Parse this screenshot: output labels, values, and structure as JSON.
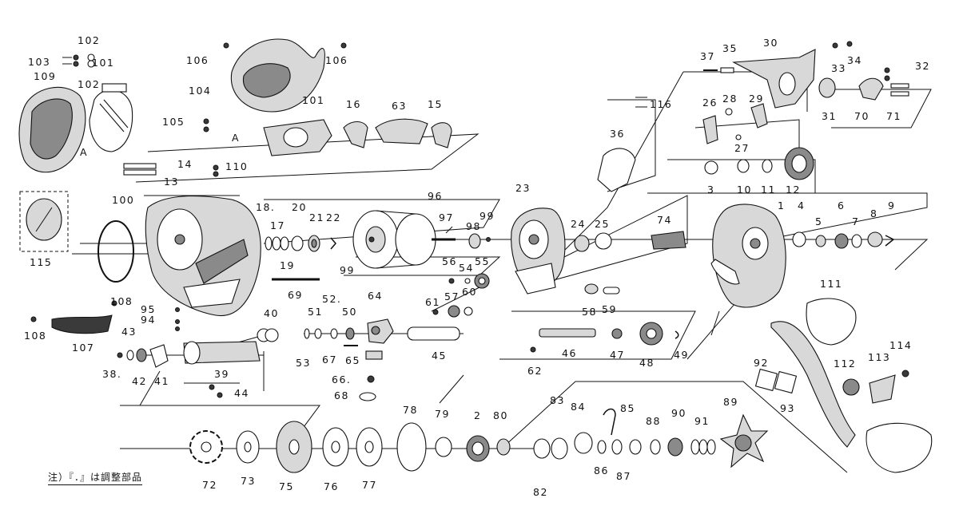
{
  "labels": {
    "p1": "1",
    "p2": "2",
    "p3": "3",
    "p4": "4",
    "p5": "5",
    "p6": "6",
    "p7": "7",
    "p8": "8",
    "p9": "9",
    "p10": "10",
    "p11": "11",
    "p12": "12",
    "p13": "13",
    "p14": "14",
    "p15": "15",
    "p16": "16",
    "p17": "17",
    "p18": "18.",
    "p19": "19",
    "p20": "20",
    "p21": "21",
    "p22": "22",
    "p23": "23",
    "p24": "24",
    "p25": "25",
    "p26": "26",
    "p27": "27",
    "p28": "28",
    "p29": "29",
    "p30": "30",
    "p31": "31",
    "p32": "32",
    "p33": "33",
    "p34": "34",
    "p35": "35",
    "p36": "36",
    "p37": "37",
    "p38": "38.",
    "p39": "39",
    "p40": "40",
    "p41": "41",
    "p42": "42",
    "p43": "43",
    "p44": "44",
    "p45": "45",
    "p46": "46",
    "p47": "47",
    "p48": "48",
    "p49": "49",
    "p50": "50",
    "p51": "51",
    "p52": "52.",
    "p53": "53",
    "p54": "54",
    "p55": "55",
    "p56": "56",
    "p57": "57",
    "p58": "58",
    "p59": "59",
    "p60": "60",
    "p61": "61",
    "p62": "62",
    "p63": "63",
    "p64": "64",
    "p65": "65",
    "p66": "66.",
    "p67": "67",
    "p68": "68",
    "p69": "69",
    "p70": "70",
    "p71": "71",
    "p72": "72",
    "p73": "73",
    "p74": "74",
    "p75": "75",
    "p76": "76",
    "p77": "77",
    "p78": "78",
    "p79": "79",
    "p80": "80",
    "p82": "82",
    "p83": "83",
    "p84": "84",
    "p85": "85",
    "p86": "86",
    "p87": "87",
    "p88": "88",
    "p89": "89",
    "p90": "90",
    "p91": "91",
    "p92": "92",
    "p93": "93",
    "p94": "94",
    "p95": "95",
    "p96": "96",
    "p97": "97",
    "p98": "98",
    "p99a": "99",
    "p99b": "99",
    "p100": "100",
    "p101a": "101",
    "p101b": "101",
    "p102a": "102",
    "p102b": "102",
    "p103": "103",
    "p104": "104",
    "p105": "105",
    "p106a": "106",
    "p106b": "106",
    "p107": "107",
    "p108a": "108",
    "p108b": "108",
    "p109": "109",
    "p110": "110",
    "p111": "111",
    "p112": "112",
    "p113": "113",
    "p114": "114",
    "p115": "115",
    "p116": "116",
    "pA1": "A",
    "pA2": "A"
  },
  "note": "注）『．』は調整部品"
}
